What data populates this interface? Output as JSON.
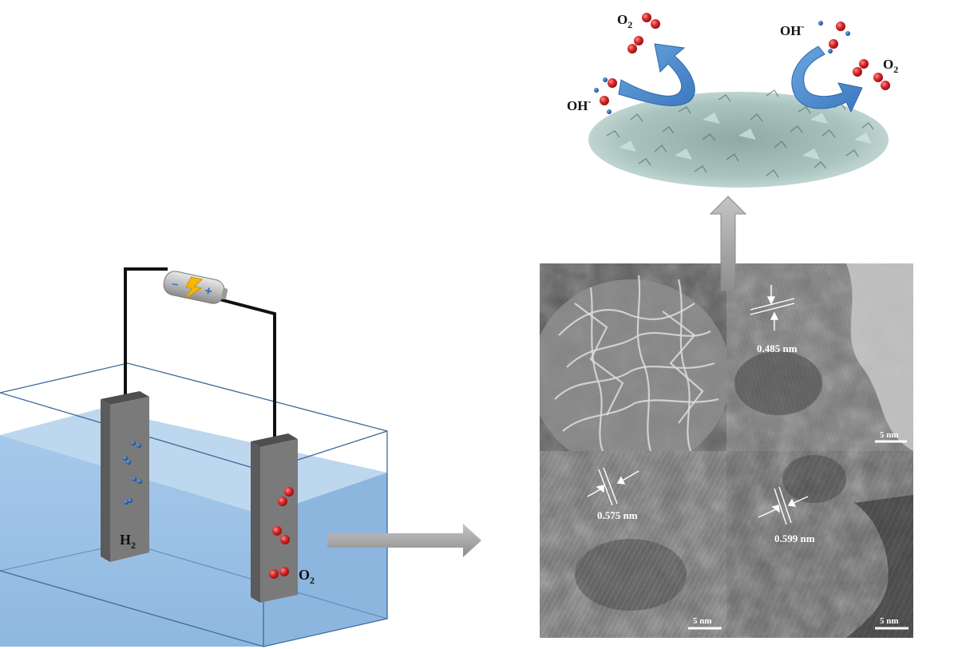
{
  "cell": {
    "cathode_label": "H",
    "cathode_sub": "2",
    "anode_label": "O",
    "anode_sub": "2",
    "battery_minus": "–",
    "battery_plus": "+"
  },
  "catalyst": {
    "o2_left": "O",
    "o2_left_sub": "2",
    "o2_right": "O",
    "o2_right_sub": "2",
    "oh_left": "OH",
    "oh_left_sup": "-",
    "oh_right": "OH",
    "oh_right_sup": "-"
  },
  "micrographs": {
    "tl": {
      "spacing": "",
      "scale": ""
    },
    "tr": {
      "spacing": "0.485 nm",
      "scale": "5 nm"
    },
    "bl": {
      "spacing": "0.575 nm",
      "scale": "5 nm"
    },
    "br": {
      "spacing": "0.599 nm",
      "scale": "5 nm"
    }
  },
  "colors": {
    "water": "#9dc3e6",
    "water_top": "#bdd7ee",
    "tank_edge": "#3d6a9a",
    "electrode": "#7a7a7a",
    "electrode_dark": "#4f4f4f",
    "h2_dot": "#1f5fa8",
    "o2_dot": "#d62828",
    "arrow_blue": "#4e8fd2",
    "arrow_gray": "#a8a8a8",
    "catalyst": "#a9c3bf"
  }
}
